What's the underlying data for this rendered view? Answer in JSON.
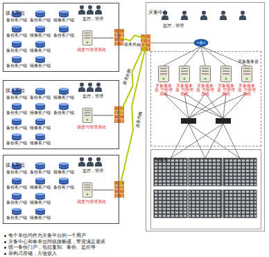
{
  "diagram": {
    "nodes": [
      {
        "text": [
          "接入单位"
        ]
      },
      {
        "text": [
          "接入单位"
        ]
      },
      {
        "text": [
          "接入单位"
        ]
      },
      {
        "text": [
          "灾备中心"
        ]
      },
      {
        "text": [
          "灾备服务器"
        ],
        "in": 3
      },
      {
        "text": [
          "存储池"
        ],
        "in": 3
      }
    ],
    "edges": [
      {
        "from": 0,
        "to": 3,
        "arrow": "none",
        "label": "政务外网"
      },
      {
        "from": 1,
        "to": 3,
        "arrow": "none",
        "label": "政务外网"
      },
      {
        "from": 2,
        "to": 3,
        "arrow": "none",
        "label": "政务外网"
      }
    ],
    "labels": [
      "备份客户端",
      "备份客户端",
      "镜像客户端",
      "备份客户端",
      "镜像客户端",
      "备份客户端",
      "备份客户端",
      "镜像客户端",
      "备份客户端",
      "镜像客户端",
      "调度与管理系统",
      "监控，管理",
      "备份客户端",
      "备份客户端",
      "镜像客户端",
      "备份客户端",
      "镜像客户端",
      "备份客户端",
      "备份客户端",
      "镜像客户端",
      "备份客户端",
      "镜像客户端",
      "调度与管理系统",
      "监控，管理",
      "备份客户端",
      "备份客户端",
      "镜像客户端",
      "备份客户端",
      "镜像客户端",
      "备份客户端",
      "备份客户端",
      "镜像客户端",
      "备份客户端",
      "镜像客户端",
      "调度与管理系统",
      "监控，管理",
      "监控，管理",
      "灾备服务器 与管理系统",
      "灾备服务器 与管理系统",
      "灾备服务器 与管理系统",
      "灾备服务器 与管理系统",
      "灾备服务器 与管理系统",
      "每个单位均作为灾备平台的一个用户",
      "灾备中心和各单位间链路畅通，带宽满足需求",
      "统一备份门户，包括复制、备份、监控等",
      "异构式存储，方便接入"
    ]
  }
}
